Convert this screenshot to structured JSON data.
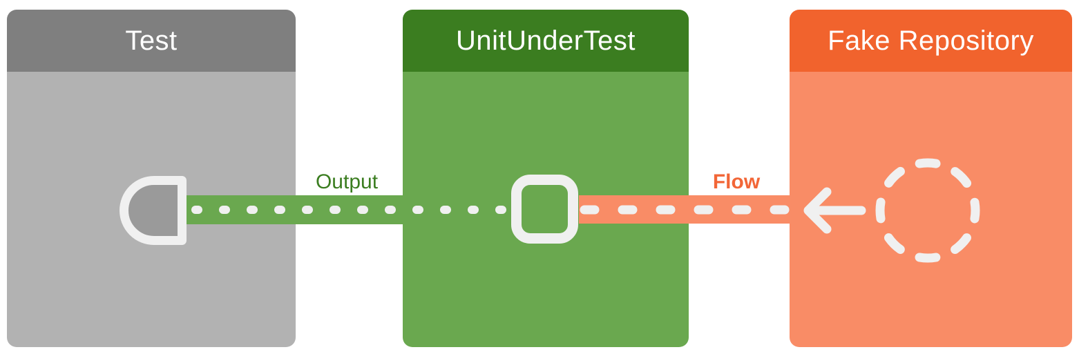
{
  "colors": {
    "background": "#FFFFFF",
    "test_header": "#7F7F7F",
    "test_body": "#B2B2B2",
    "socket_fill": "#9A9A9A",
    "uut_header": "#3B7D20",
    "uut_body": "#6AA84F",
    "fake_header": "#F1632D",
    "fake_body": "#F98C66",
    "icon_white": "#F0F0F0",
    "output_label": "#3B7D20",
    "flow_label": "#F26637"
  },
  "boxes": {
    "test": {
      "title": "Test"
    },
    "unit_under_test": {
      "title": "UnitUnderTest"
    },
    "fake_repository": {
      "title": "Fake Repository"
    }
  },
  "connections": {
    "output": {
      "label": "Output",
      "style": "dotted",
      "direction": "UnitUnderTest to Test"
    },
    "flow": {
      "label": "Flow",
      "style": "dashed",
      "direction": "Fake Repository to UnitUnderTest (left arrow)"
    }
  },
  "icons": {
    "test_socket": "half-round-socket",
    "uut_port": "rounded-square-port",
    "flow_arrow": "arrow-left",
    "fake_source": "dashed-circle"
  }
}
